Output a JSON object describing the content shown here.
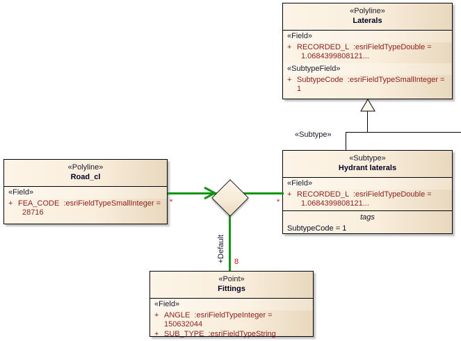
{
  "diagram": {
    "kind": "uml-class-diagram",
    "colors": {
      "box_fill_light": "#fcf4e7",
      "box_fill_dark": "#e8d8be",
      "box_border": "#000000",
      "attribute_text": "#8b2020",
      "stereotype_text": "#1a1a2e",
      "association_green": "#119411",
      "multiplicity_red": "#d01010",
      "background": "#ffffff"
    }
  },
  "classes": {
    "laterals": {
      "stereotype": "«Polyline»",
      "name": "Laterals",
      "compartments": [
        {
          "title": "«Field»",
          "attributes": [
            {
              "visibility": "+",
              "text": "RECORDED_L  :esriFieldTypeDouble =",
              "continuation": "1.0684399808121..."
            }
          ]
        },
        {
          "title": "«SubtypeField»",
          "attributes": [
            {
              "visibility": "+",
              "text": "SubtypeCode  :esriFieldTypeSmallInteger = 1",
              "continuation": ""
            }
          ]
        }
      ]
    },
    "hydrant_laterals": {
      "stereotype": "«Subtype»",
      "name": "Hydrant laterals",
      "compartments": [
        {
          "title": "«Field»",
          "attributes": [
            {
              "visibility": "+",
              "text": "RECORDED_L  :esriFieldTypeDouble =",
              "continuation": "1.0684399808121..."
            }
          ]
        }
      ],
      "tags": {
        "title": "tags",
        "rows": [
          "SubtypeCode = 1"
        ]
      }
    },
    "road_cl": {
      "stereotype": "«Polyline»",
      "name": "Road_cl",
      "compartments": [
        {
          "title": "«Field»",
          "attributes": [
            {
              "visibility": "+",
              "text": "FEA_CODE  :esriFieldTypeSmallInteger =",
              "continuation": "28716"
            }
          ]
        }
      ]
    },
    "fittings": {
      "stereotype": "«Point»",
      "name": "Fittings",
      "compartments": [
        {
          "title": "«Field»",
          "attributes": [
            {
              "visibility": "+",
              "text": "ANGLE  :esriFieldTypeInteger = 150632044",
              "continuation": ""
            },
            {
              "visibility": "+",
              "text": "SUB_TYPE  :esriFieldTypeString",
              "continuation": ""
            }
          ]
        }
      ]
    }
  },
  "connectors": {
    "generalization": {
      "label": "«Subtype»",
      "source": "Hydrant laterals",
      "target": "Laterals"
    },
    "association_left": {
      "multiplicity": "*",
      "source": "Road_cl"
    },
    "association_right": {
      "multiplicity": "*",
      "source": "Hydrant laterals"
    },
    "association_bottom": {
      "role": "+Default",
      "multiplicity": "8",
      "source": "Fittings"
    }
  }
}
